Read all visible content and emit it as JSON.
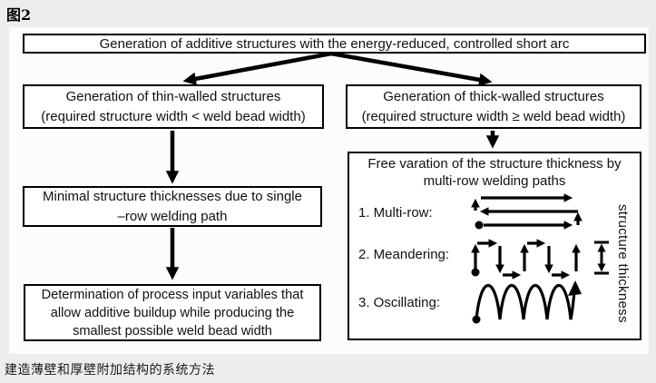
{
  "page": {
    "figure_label": "图2",
    "caption": "建造薄壁和厚壁附加结构的系统方法",
    "colors": {
      "page_bg": "#ededed",
      "panel_bg": "#fcfcfc",
      "box_bg": "#ffffff",
      "line": "#000000",
      "text": "#111111"
    }
  },
  "flowchart": {
    "root": {
      "text": "Generation of additive structures with the energy-reduced, controlled short arc"
    },
    "thin": {
      "box1": {
        "lines": [
          "Generation of thin-walled structures",
          "(required structure width < weld bead width)"
        ]
      },
      "box2": {
        "lines": [
          "Minimal structure thicknesses due to single",
          "–row welding path"
        ]
      },
      "box3": {
        "lines": [
          "Determination of process input variables that",
          "allow additive buildup while producing the",
          "smallest possible weld bead width"
        ]
      }
    },
    "thick": {
      "box1": {
        "lines": [
          "Generation of thick-walled structures",
          "(required structure width ≥ weld bead width)"
        ]
      },
      "box2": {
        "title_lines": [
          "Free varation of the structure thickness by",
          "multi-row welding paths"
        ],
        "items": [
          {
            "label": "1. Multi-row:",
            "icon": "multi-row-path-icon"
          },
          {
            "label": "2. Meandering:",
            "icon": "meander-path-icon"
          },
          {
            "label": "3. Oscillating:",
            "icon": "oscillating-path-icon"
          }
        ],
        "side_label": "structure thickness",
        "thickness_indicator_icon": "thickness-range-icon"
      }
    }
  }
}
